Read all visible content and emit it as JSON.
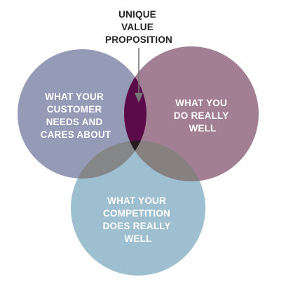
{
  "diagram": {
    "callout": {
      "lines": [
        "UNIQUE",
        "VALUE",
        "PROPOSITION"
      ]
    },
    "circles": [
      {
        "id": "customer",
        "lines": [
          "WHAT YOUR",
          "CUSTOMER",
          "NEEDS AND",
          "CARES ABOUT"
        ],
        "color": "#959bb7"
      },
      {
        "id": "strengths",
        "lines": [
          "WHAT YOU",
          "DO REALLY",
          "WELL"
        ],
        "color": "#a27f92"
      },
      {
        "id": "competition",
        "lines": [
          "WHAT YOUR",
          "COMPETITION",
          "DOES REALLY",
          "WELL"
        ],
        "color": "#9ebfcf"
      }
    ],
    "colors": {
      "uvp_overlap": "#5b0a4a",
      "triple_overlap": "#231d21",
      "customer_competition_overlap": "#848688",
      "strengths_competition_overlap": "#878080",
      "arrow": "#777777"
    }
  }
}
